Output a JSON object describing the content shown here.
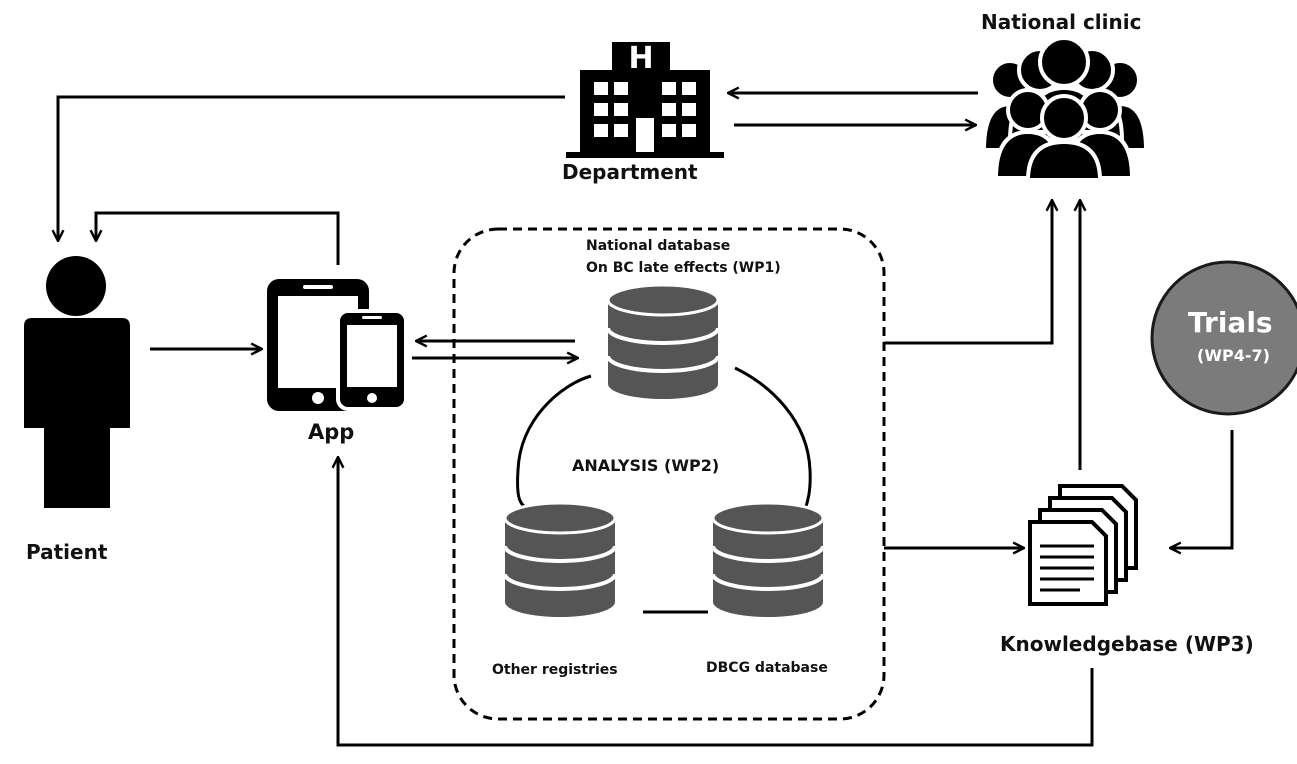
{
  "nodes": {
    "patient": "Patient",
    "app": "App",
    "department": "Department",
    "national_clinic": "National clinic",
    "national_database_line1": "National database",
    "national_database_line2": "On BC late effects (WP1)",
    "analysis": "ANALYSIS (WP2)",
    "other_registries": "Other registries",
    "dbcg_database": "DBCG database",
    "trials_title": "Trials",
    "trials_sub": "(WP4-7)",
    "knowledgebase": "Knowledgebase (WP3)"
  },
  "icons": {
    "patient": "person-icon",
    "app": "tablet-phone-icon",
    "department": "hospital-icon",
    "national_clinic": "people-group-icon",
    "national_database": "database-icon",
    "other_registries": "database-icon",
    "dbcg_database": "database-icon",
    "knowledgebase": "documents-icon"
  },
  "colors": {
    "ink": "#000000",
    "database_fill": "#555555",
    "trials_fill": "#7b7b7b",
    "trials_stroke": "#1a1a1a"
  }
}
